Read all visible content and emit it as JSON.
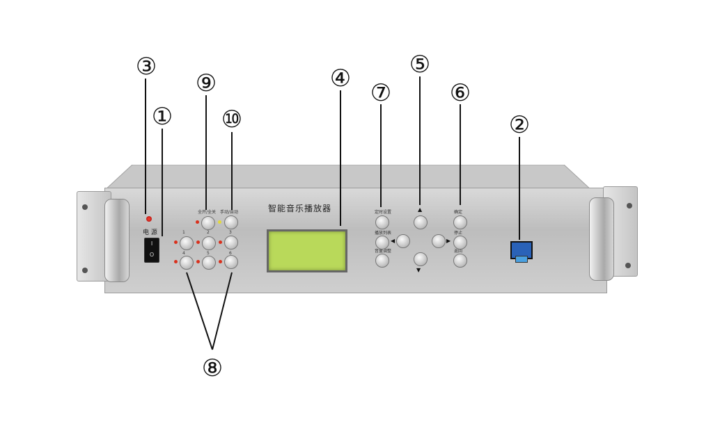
{
  "device": {
    "title": "智能音乐播放器",
    "power_label": "电 源",
    "power_switch_symbols": [
      "I",
      "O"
    ],
    "button_labels": {
      "top_left": "全开/全关",
      "top_right": "手动/自动",
      "nav_top_left": "定时设置",
      "nav_mid_left": "播放列表",
      "nav_bottom_left": "音量调整",
      "nav_top_right": "确定",
      "nav_mid_right": "停止",
      "nav_bottom_right": "返回"
    },
    "zone_labels": [
      "1",
      "2",
      "3",
      "4",
      "5",
      "6"
    ],
    "arrows": {
      "up": "▲",
      "down": "▼",
      "left": "◀",
      "right": "▶"
    }
  },
  "callouts": [
    "①",
    "②",
    "③",
    "④",
    "⑤",
    "⑥",
    "⑦",
    "⑧",
    "⑨",
    "⑩"
  ],
  "colors": {
    "lcd": "#b9d95a",
    "led_red": "#d9301c",
    "usb_blue": "#2a62b8"
  }
}
